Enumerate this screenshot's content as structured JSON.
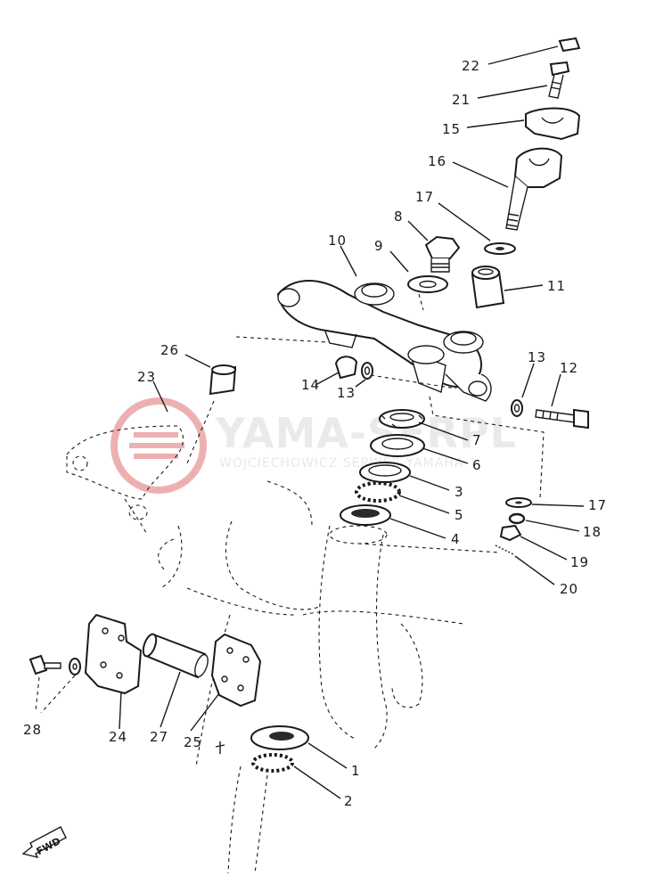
{
  "watermark": {
    "brand": "YAMA-SERPL",
    "sub": "WOJCIECHOWICZ SERWER YAMAHA",
    "color": "#e06060"
  },
  "direction_marker": "FWD",
  "part_numbers": {
    "p1": "1",
    "p2": "2",
    "p3": "3",
    "p4": "4",
    "p5": "5",
    "p6": "6",
    "p7": "7",
    "p8": "8",
    "p9": "9",
    "p10": "10",
    "p11": "11",
    "p12": "12",
    "p13a": "13",
    "p13b": "13",
    "p14": "14",
    "p15": "15",
    "p16": "16",
    "p17a": "17",
    "p17b": "17",
    "p18": "18",
    "p19": "19",
    "p20": "20",
    "p21": "21",
    "p22": "22",
    "p23": "23",
    "p24": "24",
    "p25": "25",
    "p26": "26",
    "p27": "27",
    "p28": "28"
  }
}
